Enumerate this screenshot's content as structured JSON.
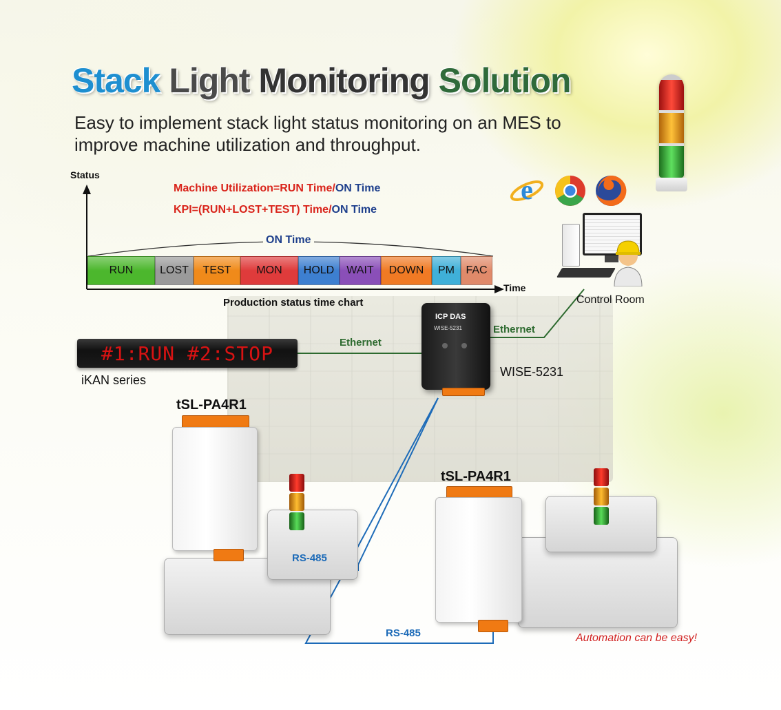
{
  "title": {
    "w1": "Stack",
    "w2": "Light",
    "w3": "Monitoring",
    "w4": "Solution"
  },
  "subtitle": "Easy to implement stack light status monitoring on an MES to improve machine utilization and throughput.",
  "chart": {
    "y_label": "Status",
    "x_label": "Time",
    "formula1_red": "Machine Utilization=RUN Time/",
    "formula1_blue": "ON Time",
    "formula2_red": "KPI=(RUN+LOST+TEST) Time/",
    "formula2_blue": "ON Time",
    "span_label": "ON Time",
    "caption": "Production status time chart",
    "segments": [
      {
        "label": "RUN",
        "color": "#4cb72d"
      },
      {
        "label": "LOST",
        "color": "#9a9a9a"
      },
      {
        "label": "TEST",
        "color": "#f08a1a"
      },
      {
        "label": "MON",
        "color": "#df3b3b"
      },
      {
        "label": "HOLD",
        "color": "#3d7fd0"
      },
      {
        "label": "WAIT",
        "color": "#8a4fb8"
      },
      {
        "label": "DOWN",
        "color": "#f07a24"
      },
      {
        "label": "PM",
        "color": "#3fb0d8"
      },
      {
        "label": "FAC",
        "color": "#e08a6a"
      }
    ]
  },
  "ikan": {
    "display": "#1:RUN  #2:STOP",
    "label": "iKAN series"
  },
  "network": {
    "ethernet_left": "Ethernet",
    "ethernet_right": "Ethernet",
    "rs485_left": "RS-485",
    "rs485_right": "RS-485"
  },
  "devices": {
    "wise": "WISE-5231",
    "wise_badge": "WISE-5231",
    "control_room": "Control Room",
    "module_left": "tSL-PA4R1",
    "module_right": "tSL-PA4R1",
    "brand": "ICP DAS"
  },
  "browser_icons": [
    "internet-explorer-icon",
    "chrome-icon",
    "firefox-icon"
  ],
  "slogan": "Automation can be easy!",
  "colors": {
    "ethernet_line": "#2d6a2f",
    "rs485_line": "#1d6bb8",
    "lamp_red": "#e02020",
    "lamp_amber": "#f0a21a",
    "lamp_green": "#3bb53b"
  }
}
